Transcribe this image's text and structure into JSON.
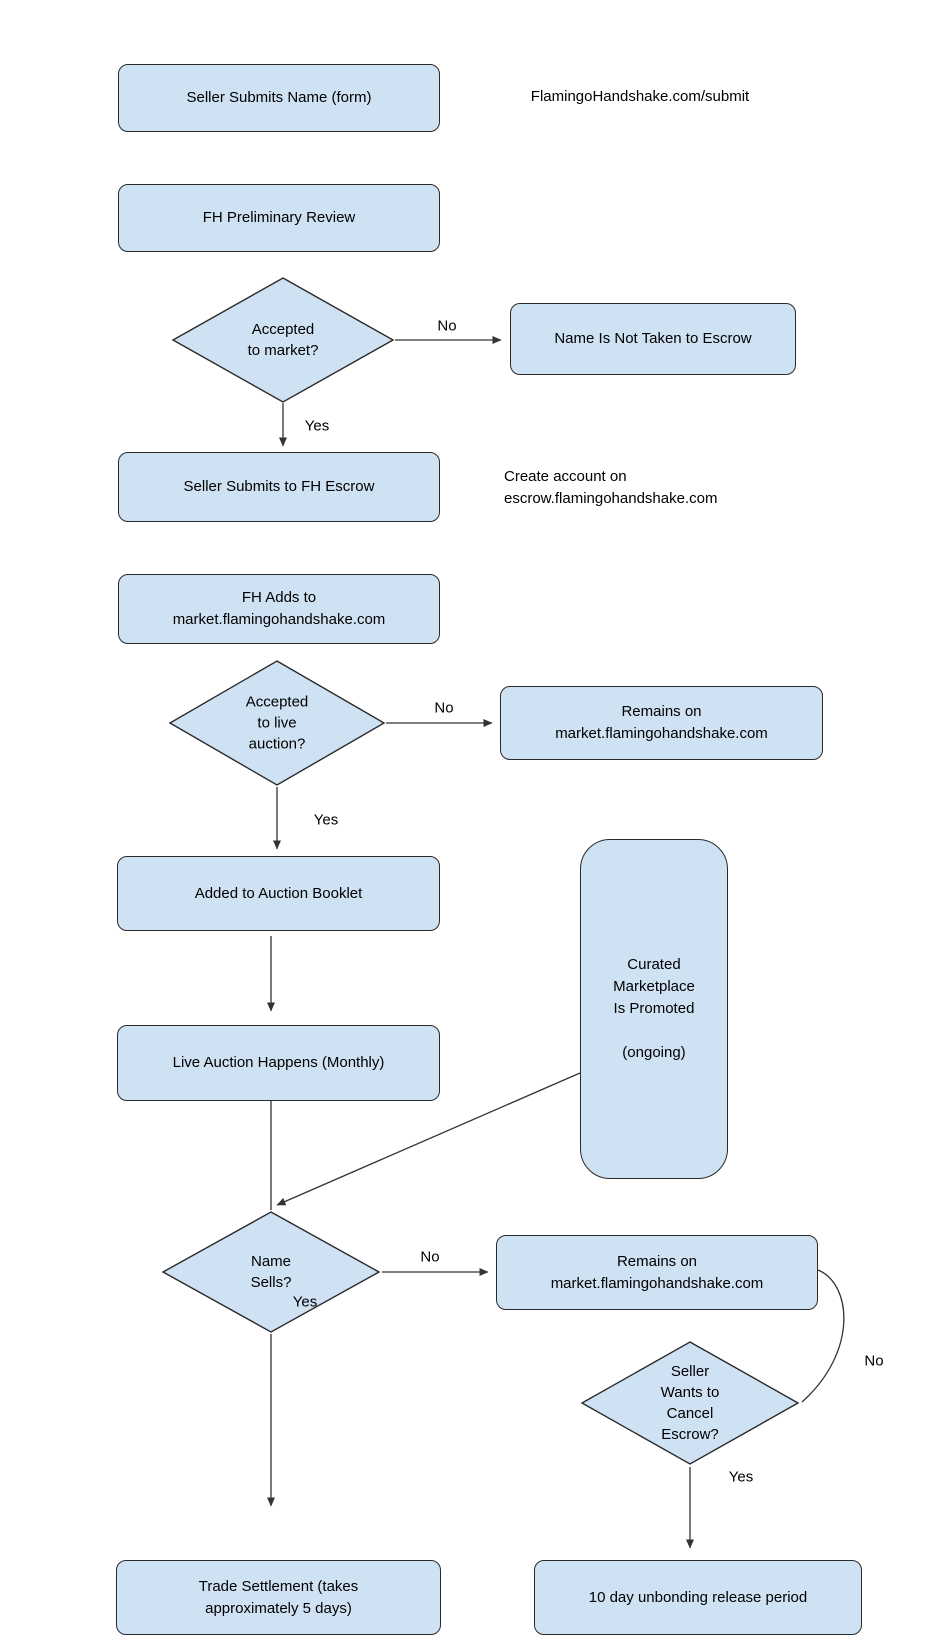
{
  "flowchart": {
    "colors": {
      "node_fill": "#cfe2f3",
      "node_border": "#2a2a2a",
      "connector": "#333333",
      "text": "#000000",
      "background": "#ffffff"
    },
    "nodes": {
      "seller_submits_name": {
        "label": "Seller Submits Name (form)"
      },
      "fh_preliminary_review": {
        "label": "FH Preliminary Review"
      },
      "accepted_to_market": {
        "label": "Accepted\nto market?"
      },
      "name_not_taken_to_escrow": {
        "label": "Name Is Not Taken to Escrow"
      },
      "seller_submits_to_fh_escrow": {
        "label": "Seller Submits to FH Escrow"
      },
      "fh_adds_to_market": {
        "label": "FH Adds to\nmarket.flamingohandshake.com"
      },
      "accepted_to_live_auction": {
        "label": "Accepted\nto live\nauction?"
      },
      "remains_on_market_1": {
        "label": "Remains on\nmarket.flamingohandshake.com"
      },
      "added_to_auction_booklet": {
        "label": "Added to Auction Booklet"
      },
      "curated_marketplace": {
        "label": "Curated\nMarketplace\nIs Promoted\n\n(ongoing)"
      },
      "live_auction_happens": {
        "label": "Live Auction Happens (Monthly)"
      },
      "name_sells": {
        "label": "Name\nSells?"
      },
      "remains_on_market_2": {
        "label": "Remains on\nmarket.flamingohandshake.com"
      },
      "seller_wants_to_cancel_escrow": {
        "label": "Seller\nWants to\nCancel\nEscrow?"
      },
      "trade_settlement": {
        "label": "Trade Settlement (takes\napproximately  5 days)"
      },
      "unbonding_release_period": {
        "label": "10 day unbonding release period"
      }
    },
    "annotations": {
      "submit_url": "FlamingoHandshake.com/submit",
      "create_account": "Create account on\nescrow.flamingohandshake.com"
    },
    "edges": [
      {
        "from": "accepted_to_market",
        "to": "name_not_taken_to_escrow",
        "label": "No"
      },
      {
        "from": "accepted_to_market",
        "to": "seller_submits_to_fh_escrow",
        "label": "Yes"
      },
      {
        "from": "accepted_to_live_auction",
        "to": "remains_on_market_1",
        "label": "No"
      },
      {
        "from": "accepted_to_live_auction",
        "to": "added_to_auction_booklet",
        "label": "Yes"
      },
      {
        "from": "added_to_auction_booklet",
        "to": "live_auction_happens",
        "label": ""
      },
      {
        "from": "live_auction_happens",
        "to": "name_sells",
        "label": ""
      },
      {
        "from": "curated_marketplace",
        "to": "name_sells",
        "label": ""
      },
      {
        "from": "name_sells",
        "to": "remains_on_market_2",
        "label": "No"
      },
      {
        "from": "name_sells",
        "to": "trade_settlement",
        "label": "Yes"
      },
      {
        "from": "remains_on_market_2",
        "to": "seller_wants_to_cancel_escrow",
        "label": "No"
      },
      {
        "from": "seller_wants_to_cancel_escrow",
        "to": "unbonding_release_period",
        "label": "Yes"
      }
    ]
  }
}
